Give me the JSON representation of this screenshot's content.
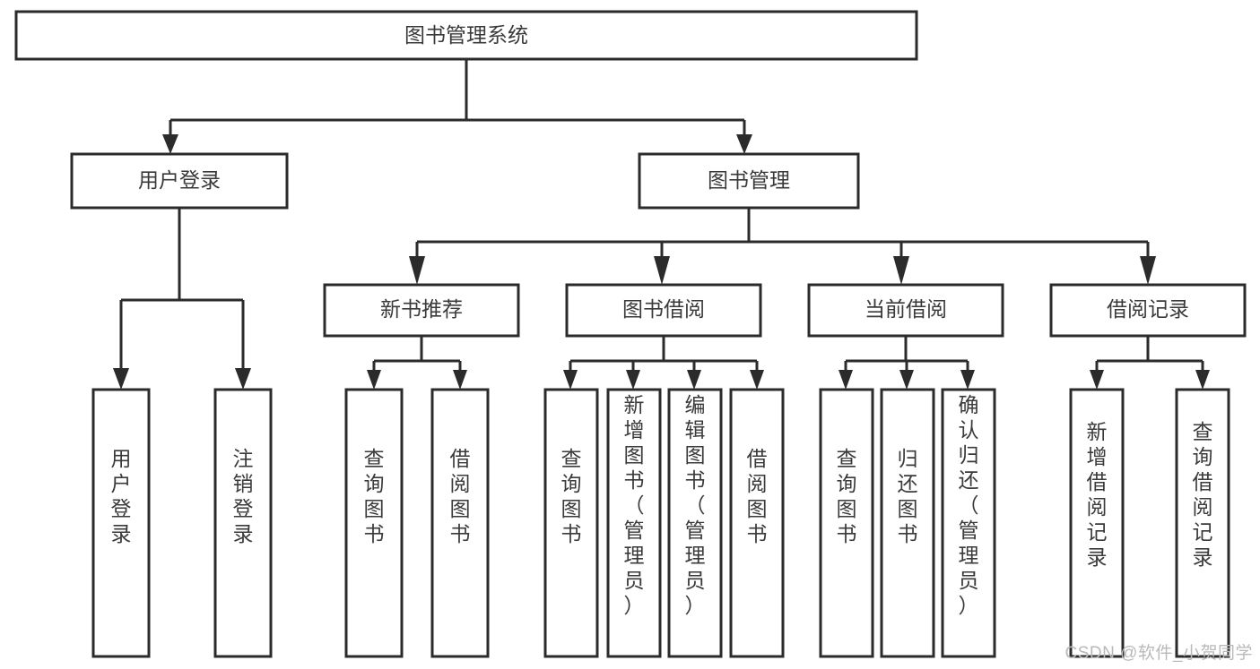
{
  "diagram": {
    "type": "tree-hierarchy-flowchart",
    "title": "图书管理系统",
    "background_color": "#ffffff",
    "stroke_color": "#2b2b2b",
    "text_color": "#3a3a3a",
    "watermark": "CSDN @软件_小贺同学",
    "levels": {
      "root": {
        "label": "图书管理系统",
        "orientation": "horizontal"
      },
      "level1": [
        {
          "id": "user-login",
          "label": "用户登录",
          "orientation": "horizontal"
        },
        {
          "id": "book-manage",
          "label": "图书管理",
          "orientation": "horizontal"
        }
      ],
      "level2": [
        {
          "id": "new-book-recommend",
          "label": "新书推荐",
          "orientation": "horizontal",
          "parent": "book-manage"
        },
        {
          "id": "book-borrow",
          "label": "图书借阅",
          "orientation": "horizontal",
          "parent": "book-manage"
        },
        {
          "id": "current-borrow",
          "label": "当前借阅",
          "orientation": "horizontal",
          "parent": "book-manage"
        },
        {
          "id": "borrow-record",
          "label": "借阅记录",
          "orientation": "horizontal",
          "parent": "book-manage"
        }
      ],
      "leaves": [
        {
          "id": "leaf-user-login",
          "label": "用户登录",
          "orientation": "vertical",
          "parent": "user-login"
        },
        {
          "id": "leaf-user-logout",
          "label": "注销登录",
          "orientation": "vertical",
          "parent": "user-login"
        },
        {
          "id": "leaf-query-book-1",
          "label": "查询图书",
          "orientation": "vertical",
          "parent": "new-book-recommend"
        },
        {
          "id": "leaf-borrow-book-1",
          "label": "借阅图书",
          "orientation": "vertical",
          "parent": "new-book-recommend"
        },
        {
          "id": "leaf-query-book-2",
          "label": "查询图书",
          "orientation": "vertical",
          "parent": "book-borrow"
        },
        {
          "id": "leaf-add-book",
          "label": "新增图书（管理员）",
          "orientation": "vertical",
          "parent": "book-borrow"
        },
        {
          "id": "leaf-edit-book",
          "label": "编辑图书（管理员）",
          "orientation": "vertical",
          "parent": "book-borrow"
        },
        {
          "id": "leaf-borrow-book-2",
          "label": "借阅图书",
          "orientation": "vertical",
          "parent": "book-borrow"
        },
        {
          "id": "leaf-query-book-3",
          "label": "查询图书",
          "orientation": "vertical",
          "parent": "current-borrow"
        },
        {
          "id": "leaf-return-book",
          "label": "归还图书",
          "orientation": "vertical",
          "parent": "current-borrow"
        },
        {
          "id": "leaf-confirm-return",
          "label": "确认归还（管理员）",
          "orientation": "vertical",
          "parent": "current-borrow"
        },
        {
          "id": "leaf-add-record",
          "label": "新增借阅记录",
          "orientation": "vertical",
          "parent": "borrow-record"
        },
        {
          "id": "leaf-query-record",
          "label": "查询借阅记录",
          "orientation": "vertical",
          "parent": "borrow-record"
        }
      ]
    }
  }
}
